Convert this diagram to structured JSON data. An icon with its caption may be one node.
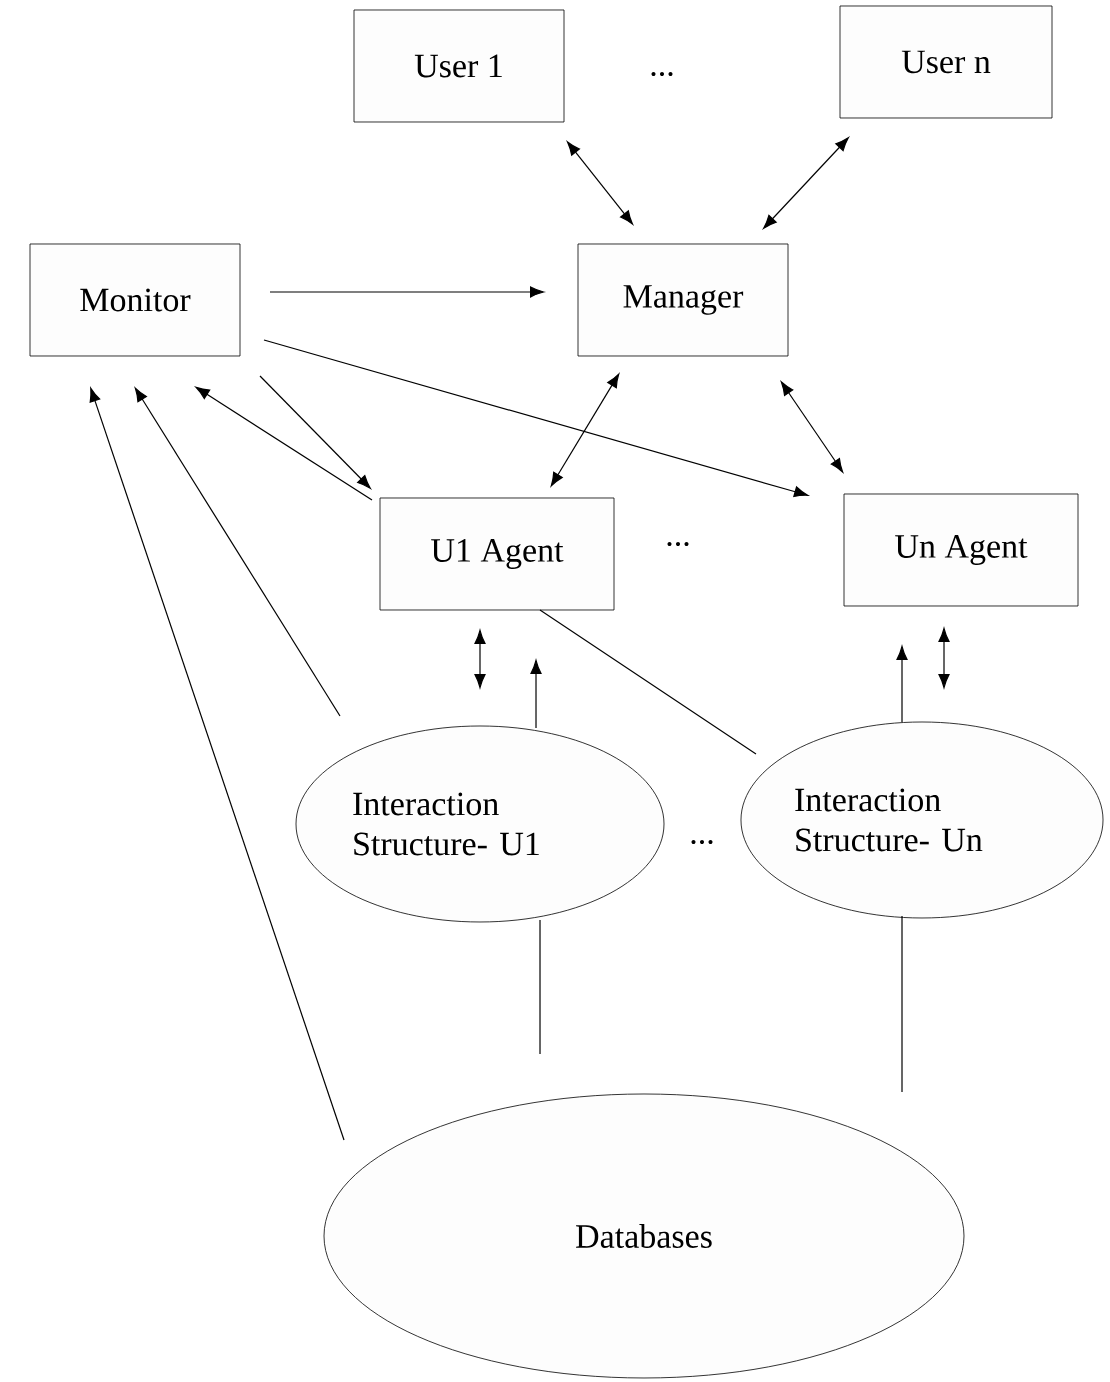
{
  "diagram": {
    "nodes": [
      {
        "text": [
          "User 1"
        ]
      },
      {
        "text": [
          "User n"
        ]
      },
      {
        "text": [
          "Monitor"
        ]
      },
      {
        "text": [
          "Manager"
        ]
      },
      {
        "text": [
          "U1 Agent"
        ]
      },
      {
        "text": [
          "Un Agent"
        ]
      },
      {
        "text": [
          "Interaction Structure- U1"
        ]
      },
      {
        "text": [
          "Interaction Structure- Un"
        ]
      },
      {
        "text": [
          "Databases"
        ]
      }
    ],
    "edges": [
      {
        "from": 0,
        "to": 3,
        "arrow": "both"
      },
      {
        "from": 1,
        "to": 3,
        "arrow": "both"
      },
      {
        "from": 2,
        "to": 3,
        "arrow": "to"
      },
      {
        "from": 2,
        "to": 4,
        "arrow": "to"
      },
      {
        "from": 4,
        "to": 2,
        "arrow": "to"
      },
      {
        "from": 2,
        "to": 5,
        "arrow": "to"
      },
      {
        "from": 3,
        "to": 4,
        "arrow": "both"
      },
      {
        "from": 3,
        "to": 5,
        "arrow": "both"
      },
      {
        "from": 6,
        "to": 2,
        "arrow": "to"
      },
      {
        "from": 8,
        "to": 2,
        "arrow": "to"
      },
      {
        "from": 6,
        "to": 4,
        "arrow": "both"
      },
      {
        "from": 6,
        "to": 4,
        "arrow": "to"
      },
      {
        "from": 4,
        "to": 7,
        "arrow": "none"
      },
      {
        "from": 7,
        "to": 5,
        "arrow": "to"
      },
      {
        "from": 7,
        "to": 5,
        "arrow": "both"
      },
      {
        "from": 8,
        "to": 6,
        "arrow": "none"
      },
      {
        "from": 8,
        "to": 7,
        "arrow": "none"
      }
    ],
    "labels": [
      "...",
      "...",
      "..."
    ]
  }
}
